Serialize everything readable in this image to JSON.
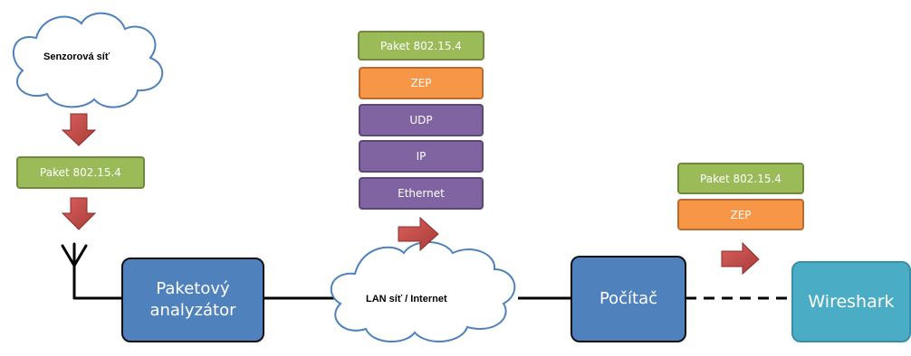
{
  "colors": {
    "packet_green": "#9bbb59",
    "zep_orange": "#f79646",
    "stack_purple": "#8064a2",
    "device_blue": "#4f81bd",
    "wireshark_teal": "#4bacc6",
    "arrow_red": "#c0504d"
  },
  "sensor_cloud": {
    "label": "Senzorová síť"
  },
  "left_packet": {
    "label": "Paket 802.15.4"
  },
  "stack_middle": {
    "layers": [
      "Paket 802.15.4",
      "ZEP",
      "UDP",
      "IP",
      "Ethernet"
    ]
  },
  "stack_right": {
    "layers": [
      "Paket 802.15.4",
      "ZEP"
    ]
  },
  "analyzer": {
    "line1": "Paketový",
    "line2": "analyzátor"
  },
  "lan_cloud": {
    "label": "LAN síť / Internet"
  },
  "computer": {
    "label": "Počítač"
  },
  "wireshark": {
    "label": "Wireshark"
  },
  "icons": [
    "antenna-icon",
    "arrow-down-icon",
    "arrow-right-icon"
  ]
}
